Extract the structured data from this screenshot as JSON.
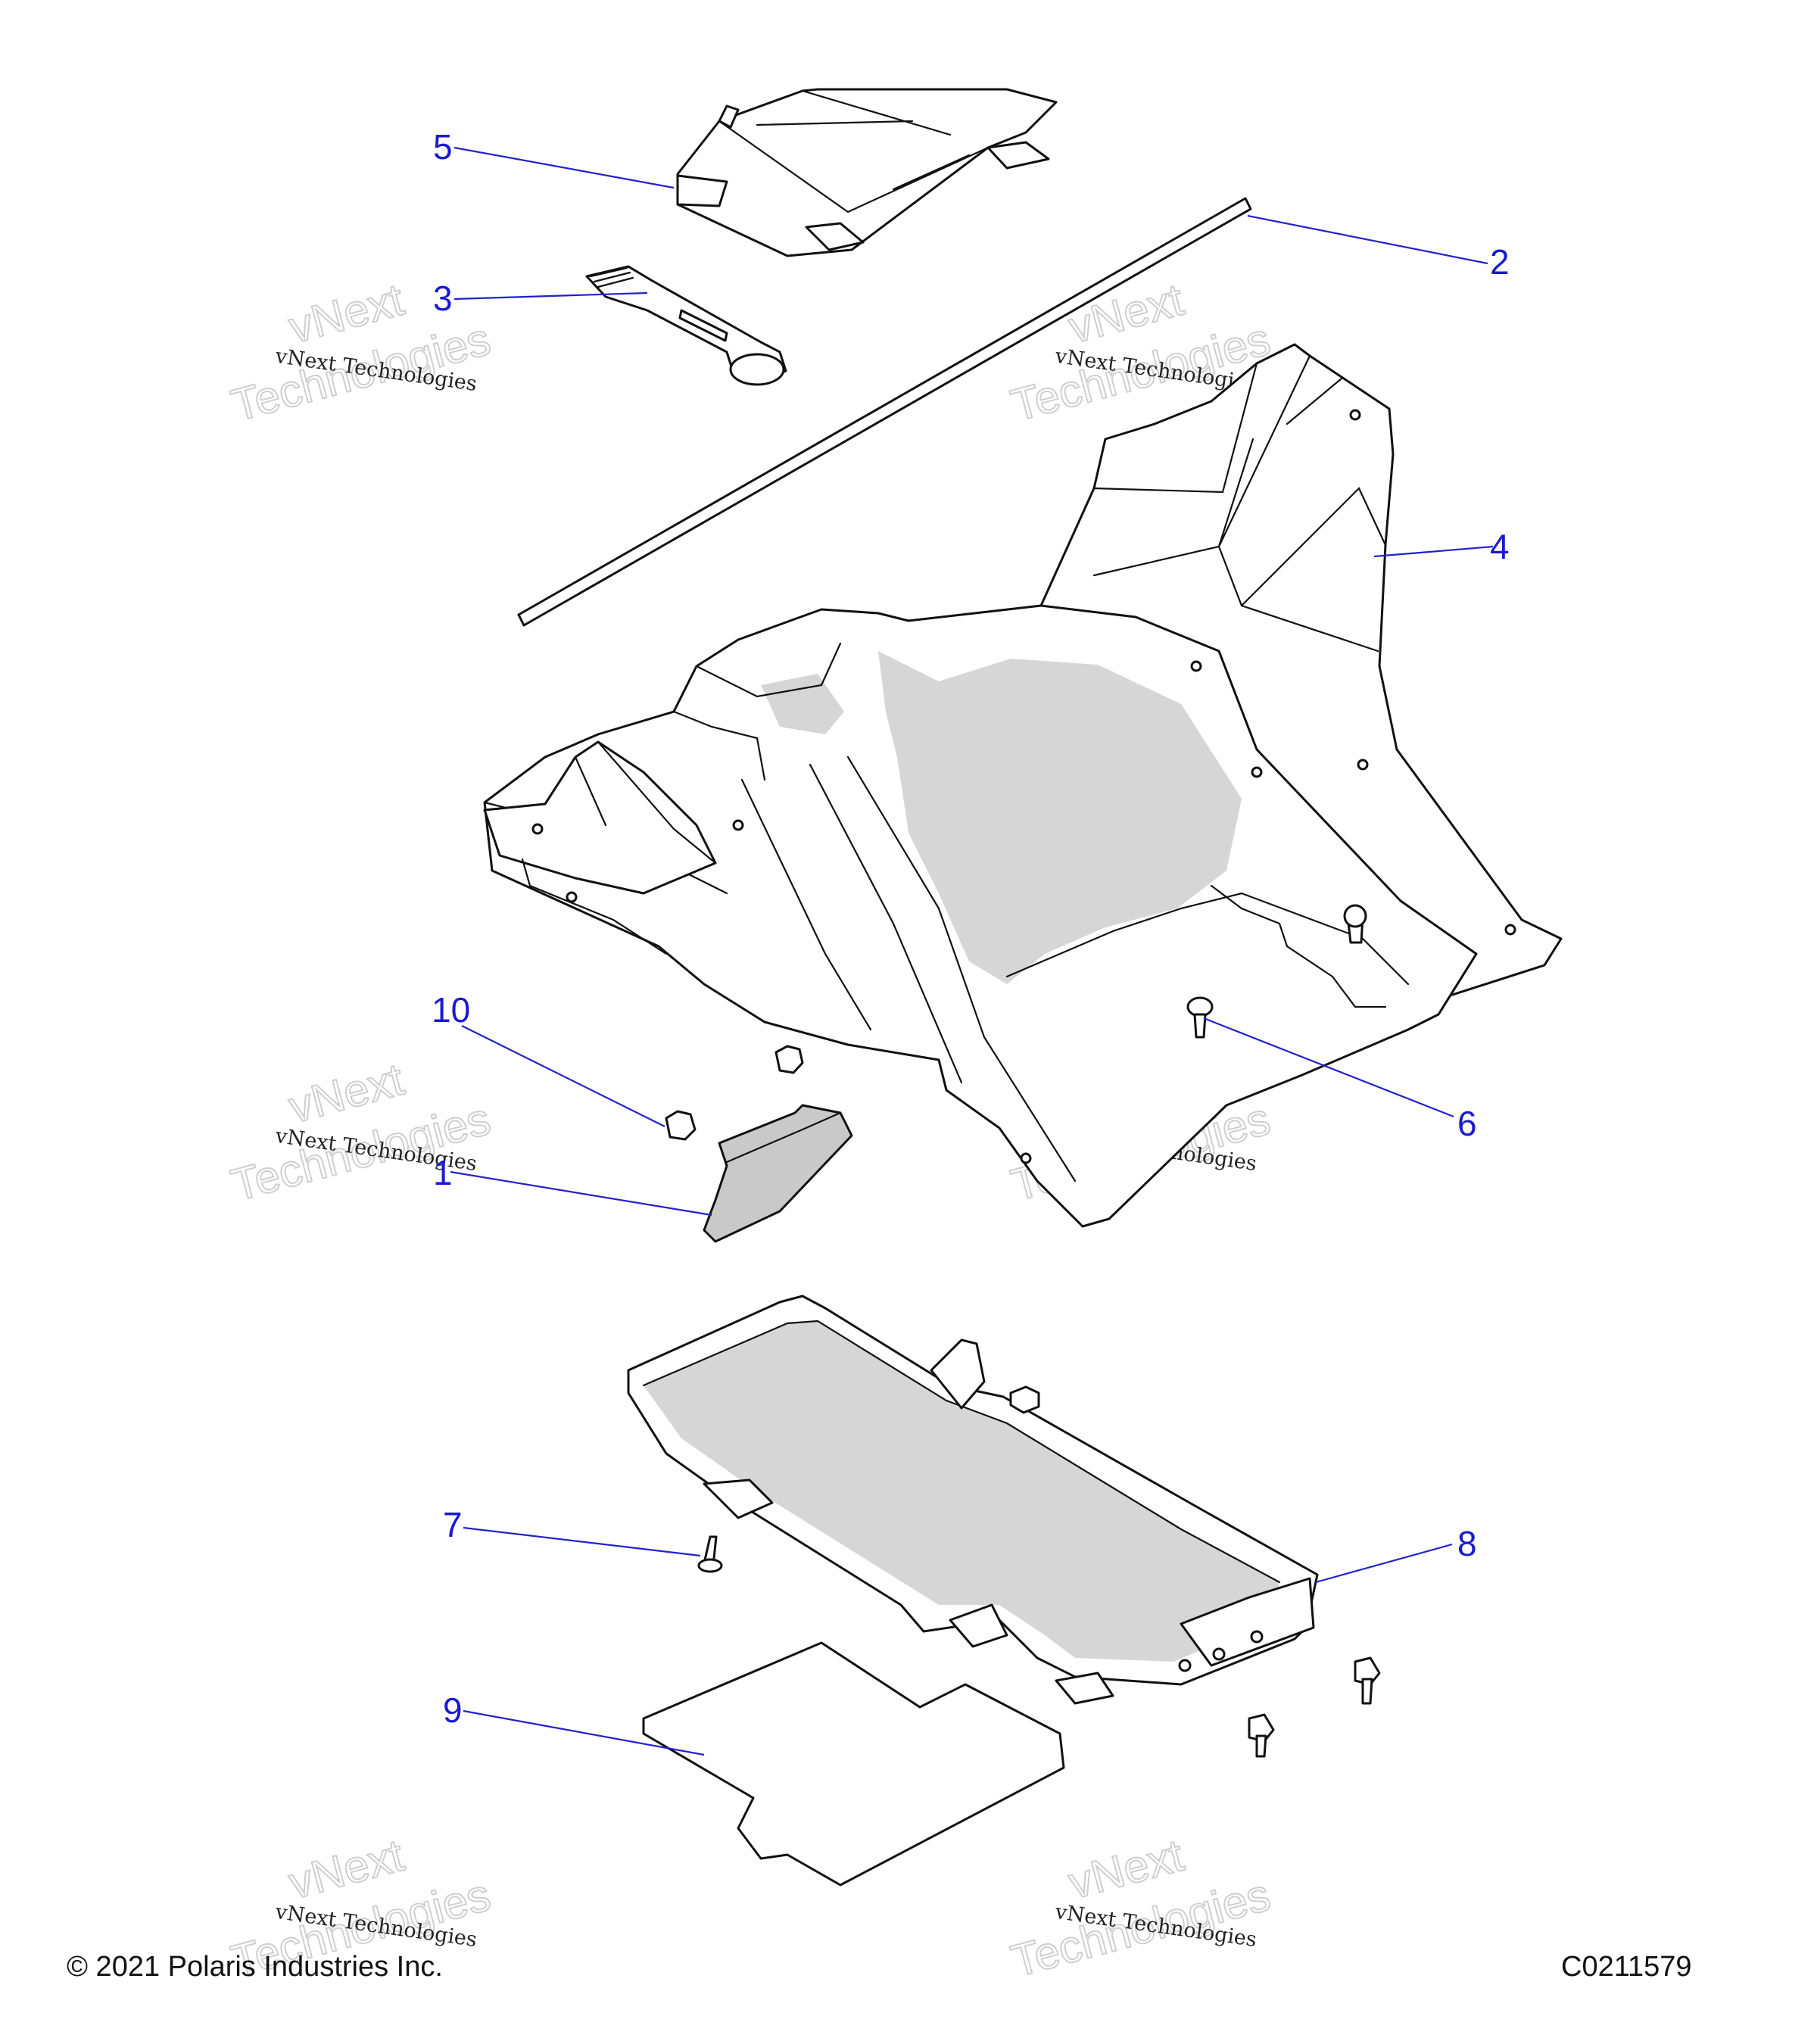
{
  "callouts": {
    "c1": "1",
    "c2": "2",
    "c3": "3",
    "c4": "4",
    "c5": "5",
    "c6": "6",
    "c7": "7",
    "c8": "8",
    "c9": "9",
    "c10": "10"
  },
  "watermark": {
    "company_line": "vNext Technologies",
    "ghost_top": "vNext",
    "ghost_bottom": "Technologies"
  },
  "footer": {
    "copyright": "© 2021 Polaris Industries Inc.",
    "drawing_code": "C0211579"
  },
  "colors": {
    "callout_blue": "#1a1ad0",
    "part_shade": "#c9c9c9"
  }
}
